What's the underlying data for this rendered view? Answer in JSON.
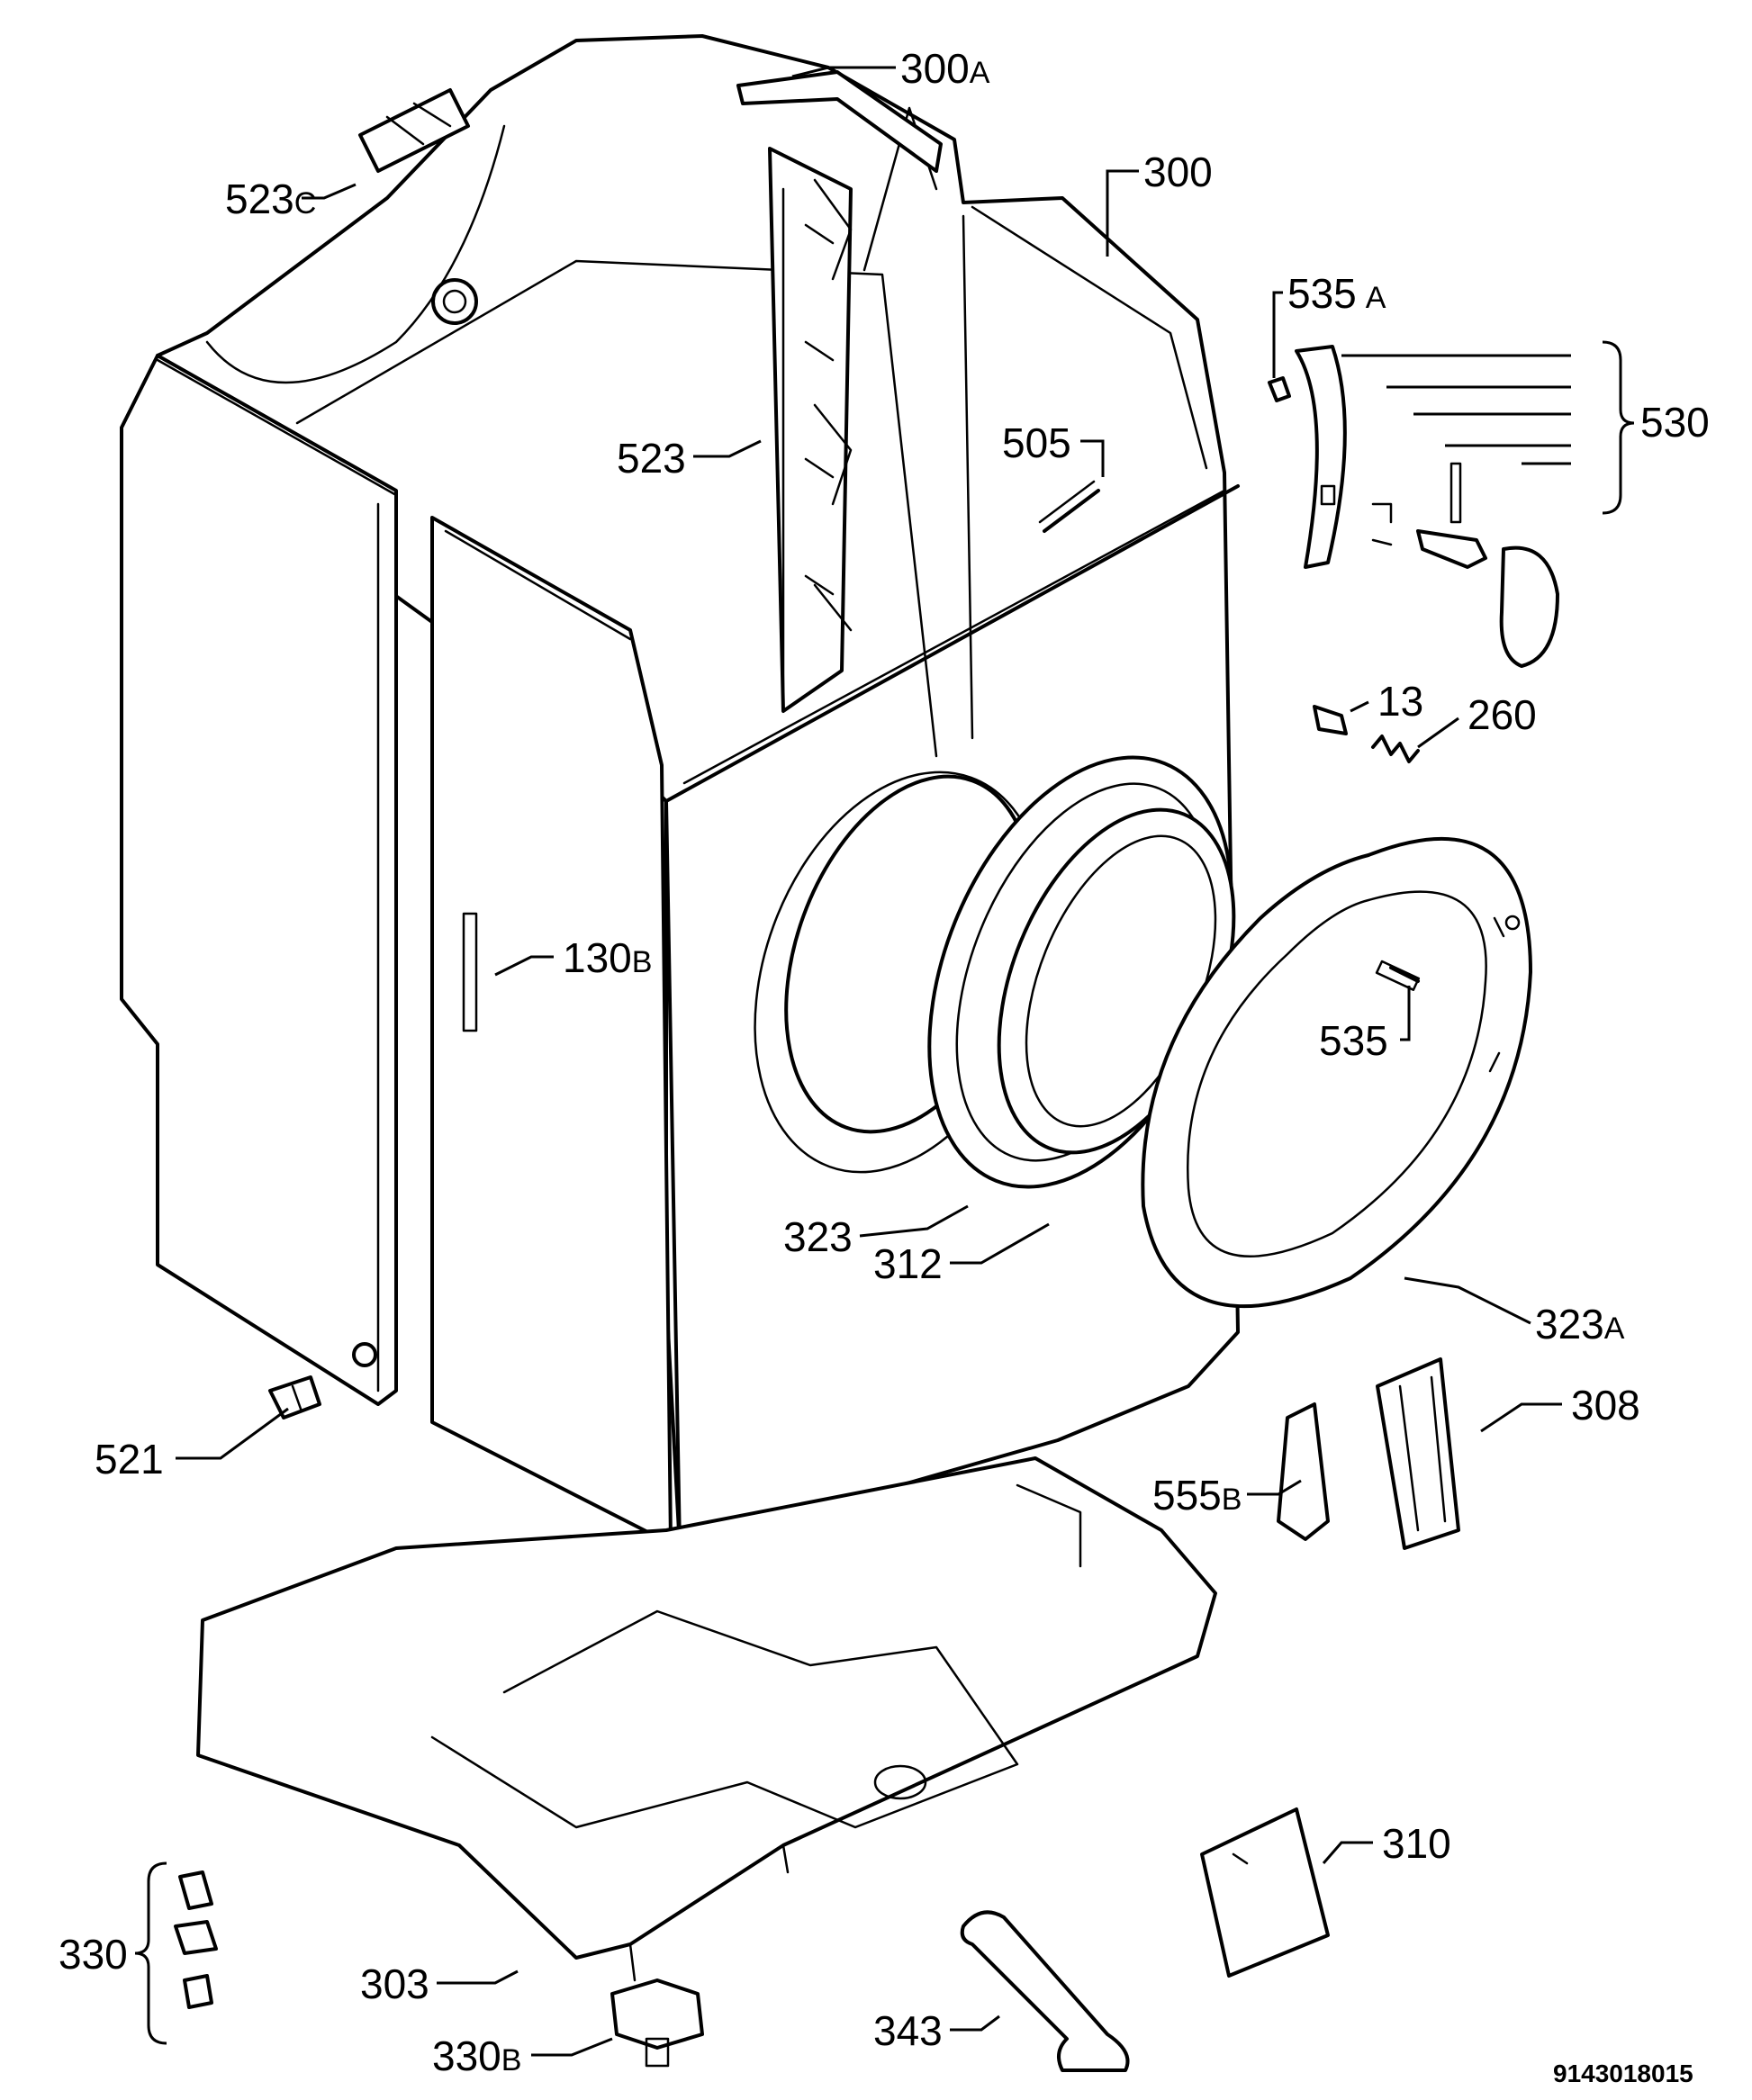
{
  "diagram": {
    "document_number": "9143018015",
    "callouts": {
      "c300a": {
        "num": "300",
        "suffix": "A"
      },
      "c523c": {
        "num": "523",
        "suffix": "C"
      },
      "c300": {
        "num": "300",
        "suffix": ""
      },
      "c535a": {
        "num": "535",
        "suffix": "A"
      },
      "c530": {
        "num": "530",
        "suffix": ""
      },
      "c523": {
        "num": "523",
        "suffix": ""
      },
      "c505": {
        "num": "505",
        "suffix": ""
      },
      "c13": {
        "num": "13",
        "suffix": ""
      },
      "c260": {
        "num": "260",
        "suffix": ""
      },
      "c130b": {
        "num": "130",
        "suffix": "B"
      },
      "c535": {
        "num": "535",
        "suffix": ""
      },
      "c323": {
        "num": "323",
        "suffix": ""
      },
      "c312": {
        "num": "312",
        "suffix": ""
      },
      "c323a": {
        "num": "323",
        "suffix": "A"
      },
      "c308": {
        "num": "308",
        "suffix": ""
      },
      "c521": {
        "num": "521",
        "suffix": ""
      },
      "c555b": {
        "num": "555",
        "suffix": "B"
      },
      "c310": {
        "num": "310",
        "suffix": ""
      },
      "c330": {
        "num": "330",
        "suffix": ""
      },
      "c303": {
        "num": "303",
        "suffix": ""
      },
      "c343": {
        "num": "343",
        "suffix": ""
      },
      "c330b": {
        "num": "330",
        "suffix": "B"
      }
    }
  }
}
